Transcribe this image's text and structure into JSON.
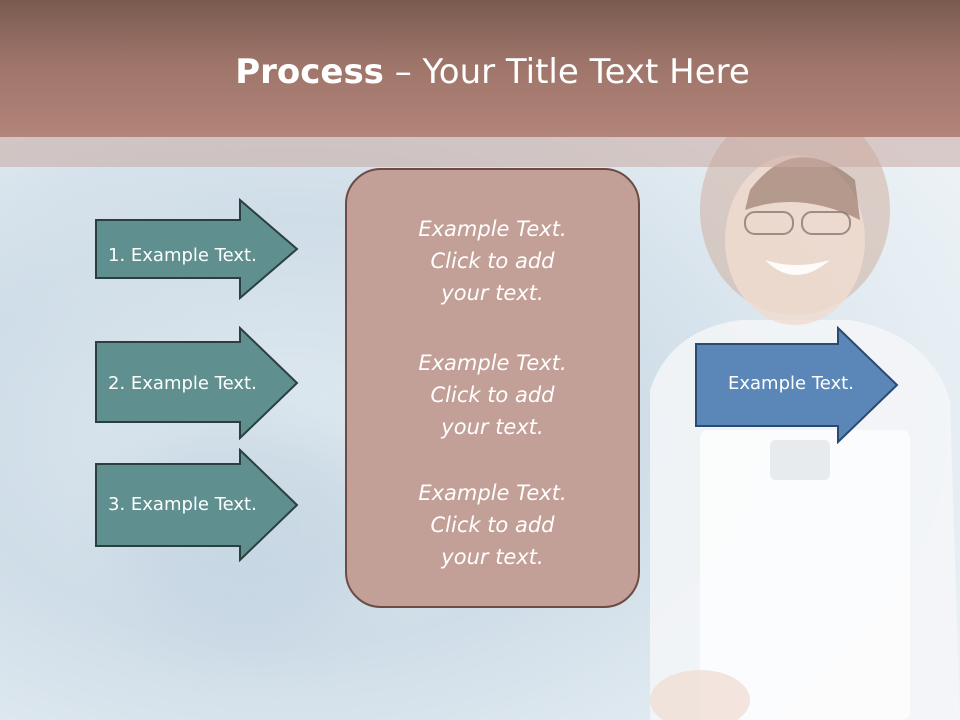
{
  "slide": {
    "title_bold": "Process",
    "title_rest": " – Your Title Text Here"
  },
  "left_arrows": [
    {
      "label": "1. Example Text."
    },
    {
      "label": "2. Example Text."
    },
    {
      "label": "3. Example Text."
    }
  ],
  "center_box": {
    "paragraphs": [
      {
        "line1": "Example Text.",
        "line2": "Click  to add",
        "line3": "your text."
      },
      {
        "line1": "Example Text.",
        "line2": "Click  to add",
        "line3": "your text."
      },
      {
        "line1": "Example Text.",
        "line2": "Click  to add",
        "line3": "your text."
      }
    ]
  },
  "right_arrow": {
    "label": "Example Text."
  },
  "colors": {
    "header": "#9e7469",
    "left_arrow_fill": "#5f8f8f",
    "right_arrow_fill": "#5b86b8",
    "box_fill": "#c3a097"
  }
}
